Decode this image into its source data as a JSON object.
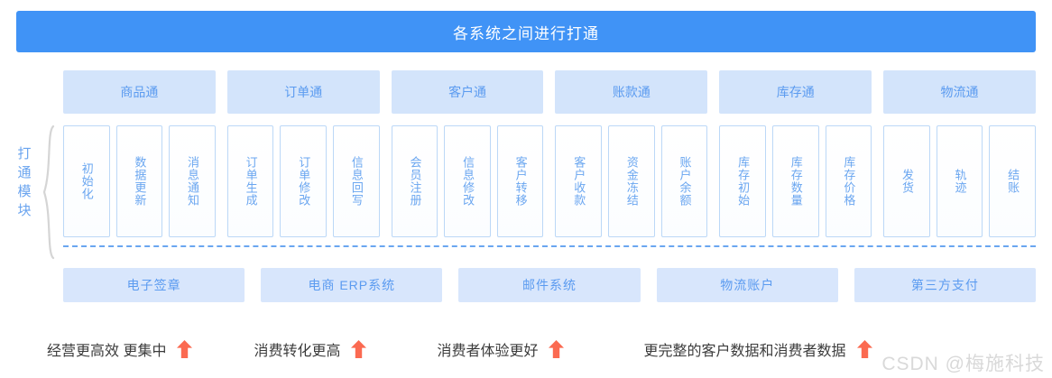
{
  "banner": {
    "title": "各系统之间进行打通"
  },
  "left_label": {
    "chars": [
      "打",
      "通",
      "模",
      "块"
    ],
    "full_text": "打通模块",
    "color": "#6aa4ef"
  },
  "groups": [
    {
      "header": "商品通",
      "cards": [
        "初始化",
        "数据更新",
        "消息通知"
      ]
    },
    {
      "header": "订单通",
      "cards": [
        "订单生成",
        "订单修改",
        "信息回写"
      ]
    },
    {
      "header": "客户通",
      "cards": [
        "会员注册",
        "信息修改",
        "客户转移"
      ]
    },
    {
      "header": "账款通",
      "cards": [
        "客户收款",
        "资金冻结",
        "账户余额"
      ]
    },
    {
      "header": "库存通",
      "cards": [
        "库存初始",
        "库存数量",
        "库存价格"
      ]
    },
    {
      "header": "物流通",
      "cards": [
        "发货",
        "轨迹",
        "结账"
      ]
    }
  ],
  "systems": [
    "电子签章",
    "电商 ERP系统",
    "邮件系统",
    "物流账户",
    "第三方支付"
  ],
  "benefits": [
    {
      "text": "经营更高效 更集中",
      "icon": "arrow-up-icon"
    },
    {
      "text": "消费转化更高",
      "icon": "arrow-up-icon"
    },
    {
      "text": "消费者体验更好",
      "icon": "arrow-up-icon"
    },
    {
      "text": "更完整的客户数据和消费者数据",
      "icon": "arrow-up-icon"
    }
  ],
  "watermark": "CSDN @梅施科技",
  "colors": {
    "banner_blue": "#4093f6",
    "header_blue": "#d3e4fb",
    "system_blue": "#d8e6fc",
    "text_blue": "#5b9bf0",
    "card_border": "#bcd8f7",
    "arrow_red": "#fb6a51",
    "benefit_text": "#3c3c3c",
    "watermark_gray": "#d9d9d9"
  }
}
